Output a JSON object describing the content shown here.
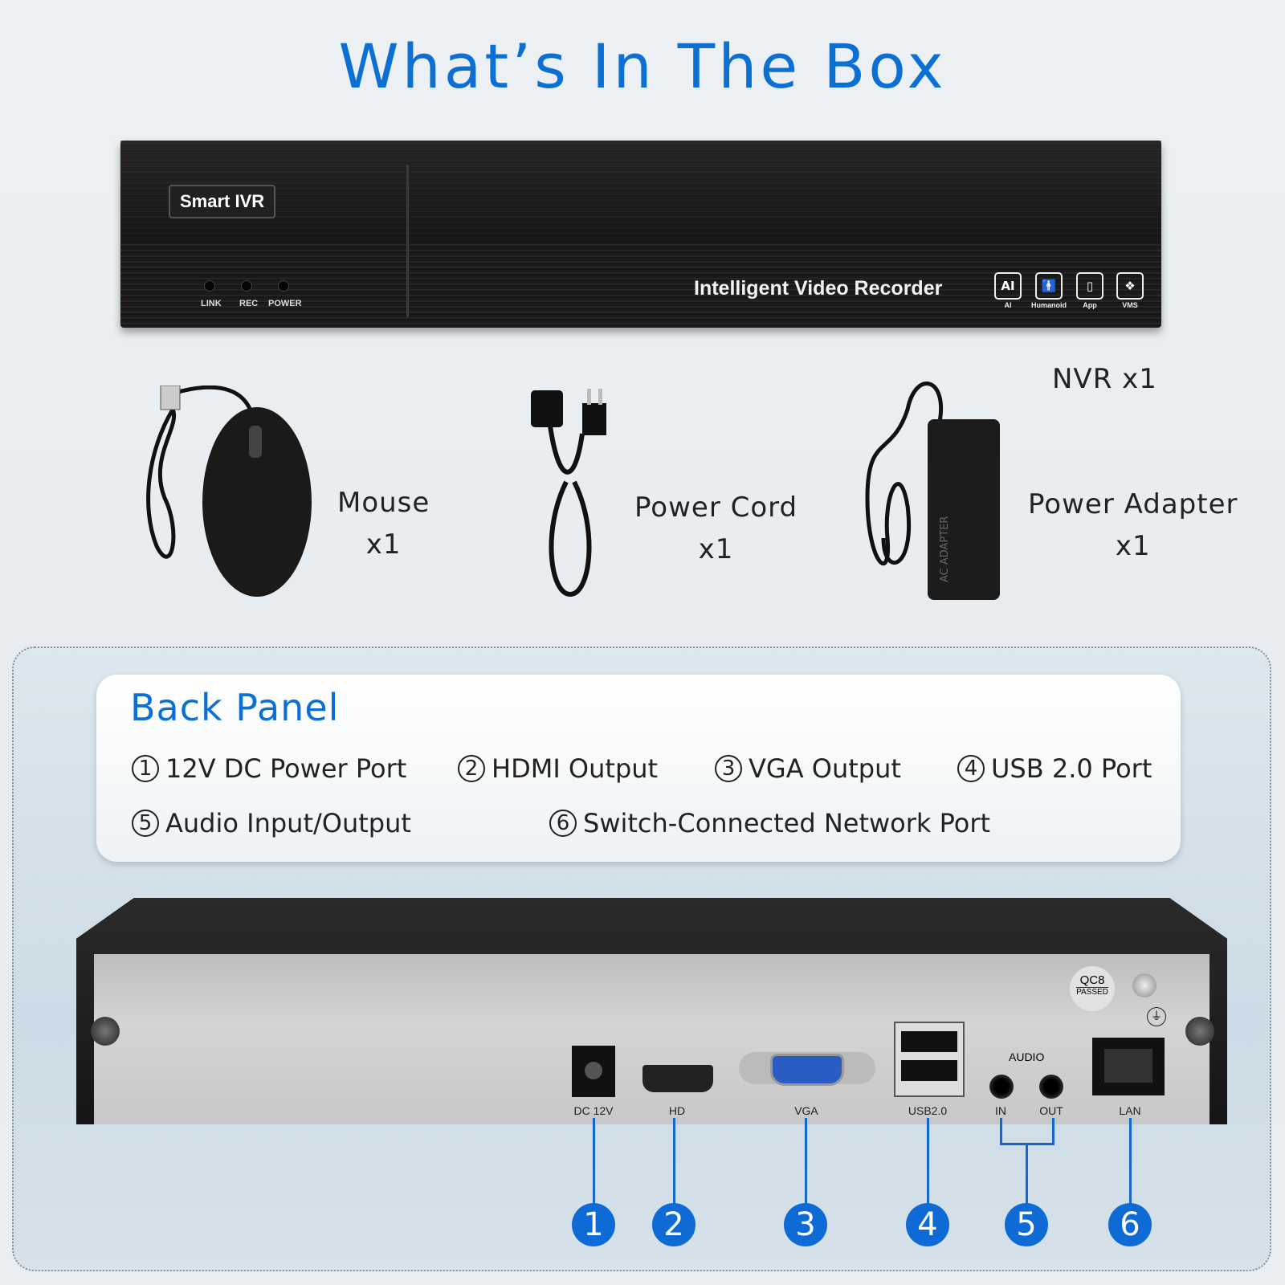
{
  "title": "What’s In The Box",
  "nvr": {
    "brand": "Smart IVR",
    "leds": [
      "LINK",
      "REC",
      "POWER"
    ],
    "tagline": "Intelligent Video Recorder",
    "features": [
      {
        "icon": "AI",
        "label": "AI"
      },
      {
        "icon": "humanoid",
        "label": "Humanoid"
      },
      {
        "icon": "phone",
        "label": "App"
      },
      {
        "icon": "network",
        "label": "VMS"
      }
    ],
    "caption": "NVR x1"
  },
  "accessories": [
    {
      "name": "Mouse",
      "qty": "x1"
    },
    {
      "name": "Power Cord",
      "qty": "x1"
    },
    {
      "name": "Power Adapter",
      "qty": "x1"
    }
  ],
  "adapter_print": "AC ADAPTER",
  "back_panel": {
    "title": "Back Panel",
    "items": [
      {
        "num": "1",
        "label": "12V DC Power Port"
      },
      {
        "num": "2",
        "label": "HDMI Output"
      },
      {
        "num": "3",
        "label": "VGA Output"
      },
      {
        "num": "4",
        "label": "USB 2.0 Port"
      },
      {
        "num": "5",
        "label": "Audio Input/Output"
      },
      {
        "num": "6",
        "label": "Switch-Connected Network Port"
      }
    ],
    "ports": {
      "dc": "DC 12V",
      "hd": "HD",
      "vga": "VGA",
      "usb": "USB2.0",
      "audio": "AUDIO",
      "in": "IN",
      "out": "OUT",
      "lan": "LAN"
    },
    "qc": {
      "code": "QC8",
      "status": "PASSED"
    },
    "callouts": [
      "1",
      "2",
      "3",
      "4",
      "5",
      "6"
    ]
  },
  "colors": {
    "accent": "#0b6fd3"
  }
}
